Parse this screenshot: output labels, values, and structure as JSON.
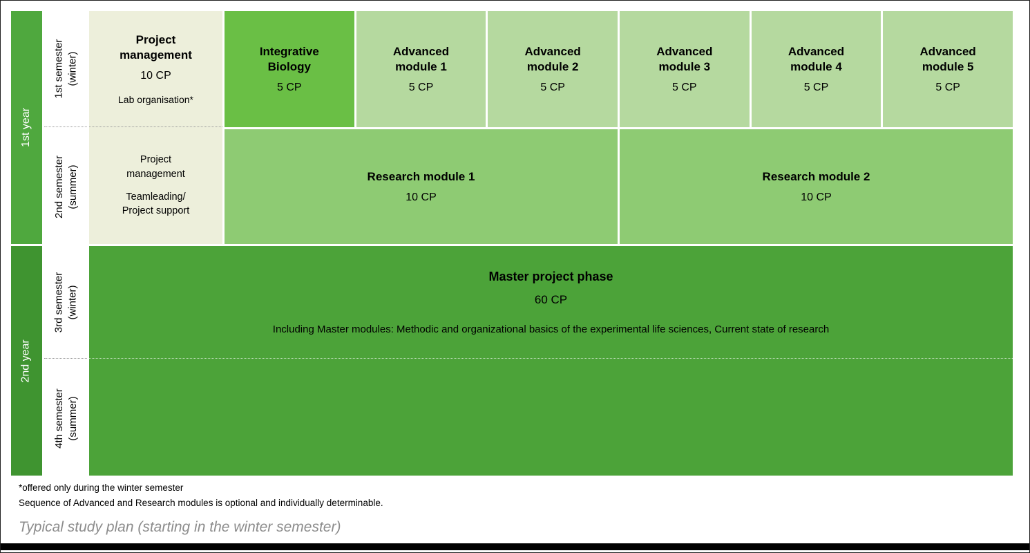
{
  "colors": {
    "year1": "#4FA83E",
    "year2": "#3F9430",
    "cream": "#EDEFDB",
    "bright": "#6ABF45",
    "light": "#B5D99F",
    "mid": "#8ECB73",
    "dark": "#4CA339",
    "caption": "#8C8C8C"
  },
  "years": [
    {
      "label": "1st year"
    },
    {
      "label": "2nd year"
    }
  ],
  "semesters": [
    {
      "name": "1st semester",
      "season": "(winter)"
    },
    {
      "name": "2nd semester",
      "season": "(summer)"
    },
    {
      "name": "3rd semester",
      "season": "(winter)"
    },
    {
      "name": "4th semester",
      "season": "(summer)"
    }
  ],
  "project": {
    "title": "Project\nmanagement",
    "cp": "10 CP",
    "note": "Lab organisation*",
    "summer_part1": "Project\nmanagement",
    "summer_part2": "Teamleading/\nProject support"
  },
  "modules": [
    {
      "title": "Integrative\nBiology",
      "cp": "5 CP"
    },
    {
      "title": "Advanced\nmodule 1",
      "cp": "5 CP"
    },
    {
      "title": "Advanced\nmodule 2",
      "cp": "5 CP"
    },
    {
      "title": "Advanced\nmodule 3",
      "cp": "5 CP"
    },
    {
      "title": "Advanced\nmodule 4",
      "cp": "5 CP"
    },
    {
      "title": "Advanced\nmodule 5",
      "cp": "5 CP"
    }
  ],
  "research": [
    {
      "title": "Research module 1",
      "cp": "10 CP"
    },
    {
      "title": "Research module 2",
      "cp": "10 CP"
    }
  ],
  "master": {
    "title": "Master project phase",
    "cp": "60 CP",
    "description": "Including Master modules: Methodic and organizational basics of the experimental life sciences, Current state of research"
  },
  "footnotes": [
    "*offered only during the winter semester",
    "Sequence of Advanced and Research modules is optional and individually determinable."
  ],
  "caption": "Typical study plan (starting in the winter semester)"
}
